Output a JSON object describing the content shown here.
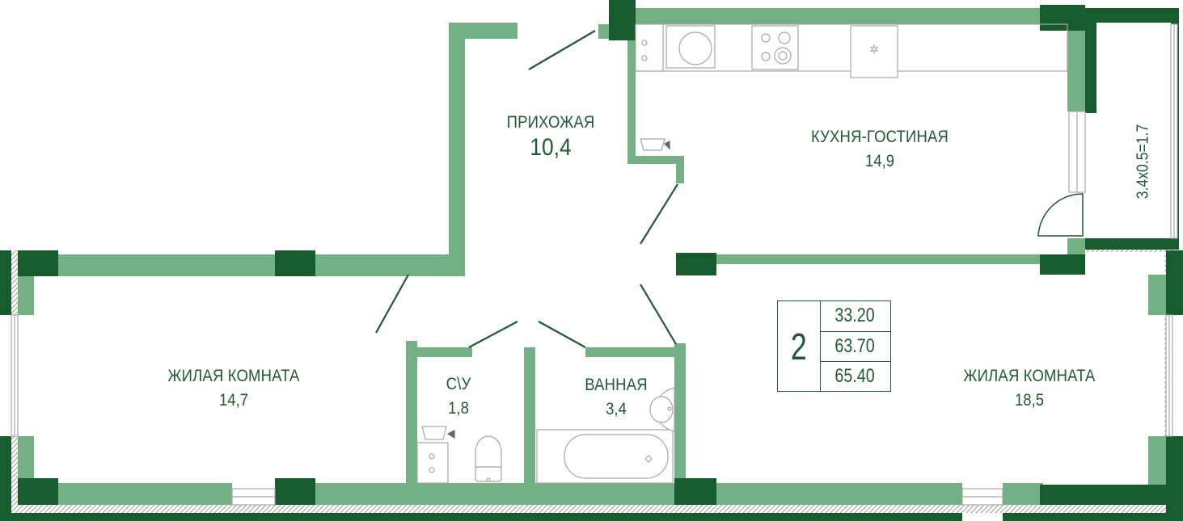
{
  "colors": {
    "wall_light": "#73b083",
    "wall_dark": "#165c2c",
    "text": "#1e5a33",
    "fixture": "#a7a7a7"
  },
  "rooms": {
    "hallway": {
      "name": "ПРИХОЖАЯ",
      "area": "10,4"
    },
    "kitchen_living": {
      "name": "КУХНЯ-ГОСТИНАЯ",
      "area": "14,9"
    },
    "living_left": {
      "name": "ЖИЛАЯ КОМНАТА",
      "area": "14,7"
    },
    "toilet": {
      "name": "С\\У",
      "area": "1,8"
    },
    "bathroom": {
      "name": "ВАННАЯ",
      "area": "3,4"
    },
    "living_right": {
      "name": "ЖИЛАЯ КОМНАТА",
      "area": "18,5"
    }
  },
  "balcony": {
    "label": "3.4x0.5=1.7"
  },
  "summary": {
    "rooms_count": "2",
    "areas": [
      "33.20",
      "63.70",
      "65.40"
    ]
  },
  "icons": [
    "stove-icon",
    "sink-icon",
    "fridge-icon",
    "toilet-icon",
    "bathtub-icon",
    "washbasin-icon",
    "water-heater-icon",
    "door-swing-icon"
  ]
}
